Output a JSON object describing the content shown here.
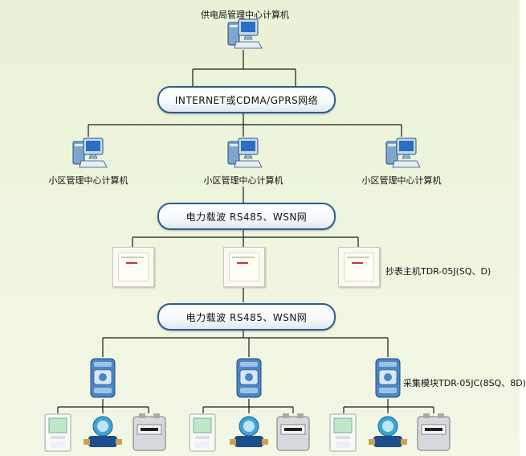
{
  "top": {
    "label": "供电局管理中心计算机"
  },
  "network": {
    "label": "INTERNET或CDMA/GPRS网络"
  },
  "community": {
    "labels": [
      "小区管理中心计算机",
      "小区管理中心计算机",
      "小区管理中心计算机"
    ]
  },
  "bus1": {
    "label": "电力载波 RS485、WSN网"
  },
  "concentrator": {
    "label": "抄表主机TDR-05J(SQ、D)"
  },
  "bus2": {
    "label": "电力载波 RS485、WSN网"
  },
  "collector": {
    "label": "采集模块TDR-05JC(8SQ、8D)"
  },
  "colors": {
    "pill_border": "#2c5f8f",
    "line": "#1a1a1a",
    "module_blue": "#3f7fc0",
    "background": "#eef5dd"
  },
  "icons": [
    "computer-icon",
    "concentrator-panel-icon",
    "collector-module-icon",
    "electric-meter-icon",
    "water-meter-icon",
    "gas-meter-icon"
  ]
}
